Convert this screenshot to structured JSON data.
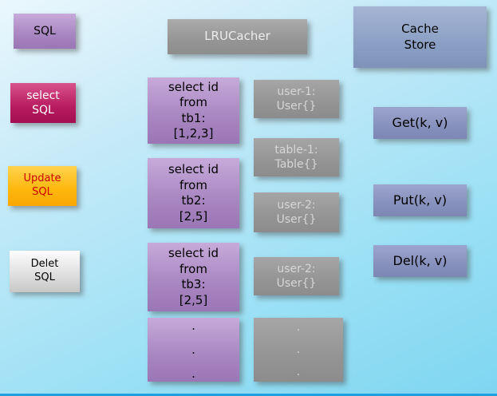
{
  "palette": {
    "background_top": "#eaf7fd",
    "background_bottom": "#7fd6f1",
    "bottom_border": "#1f9fdd",
    "purple_box": "#aa88c2",
    "crimson_box": "#b81b60",
    "orange_box": "#fdb70d",
    "light_gray_box": "#dedede",
    "gray_box": "#949494",
    "slate_box": "#8ba0c4",
    "ops_box": "#8791bd"
  },
  "left_column": {
    "sql": "SQL",
    "select_sql": [
      "select",
      "SQL"
    ],
    "update_sql": [
      "Update",
      "SQL"
    ],
    "delet_sql": [
      "Delet",
      "SQL"
    ]
  },
  "header": {
    "lrucacher": "LRUCacher",
    "cache_store": [
      "Cache",
      "Store"
    ]
  },
  "queries": [
    [
      "select id",
      "from",
      "tb1:",
      "[1,2,3]"
    ],
    [
      "select id",
      "from",
      "tb2:",
      "[2,5]"
    ],
    [
      "select id",
      "from",
      "tb3:",
      "[2,5]"
    ],
    [
      ".",
      ".",
      "."
    ]
  ],
  "cache_entries": [
    [
      "user-1:",
      "User{}"
    ],
    [
      "table-1:",
      "Table{}"
    ],
    [
      "user-2:",
      "User{}"
    ],
    [
      "user-2:",
      "User{}"
    ],
    [
      ".",
      ".",
      "."
    ]
  ],
  "operations": {
    "get": "Get(k, v)",
    "put": "Put(k, v)",
    "del": "Del(k, v)"
  }
}
